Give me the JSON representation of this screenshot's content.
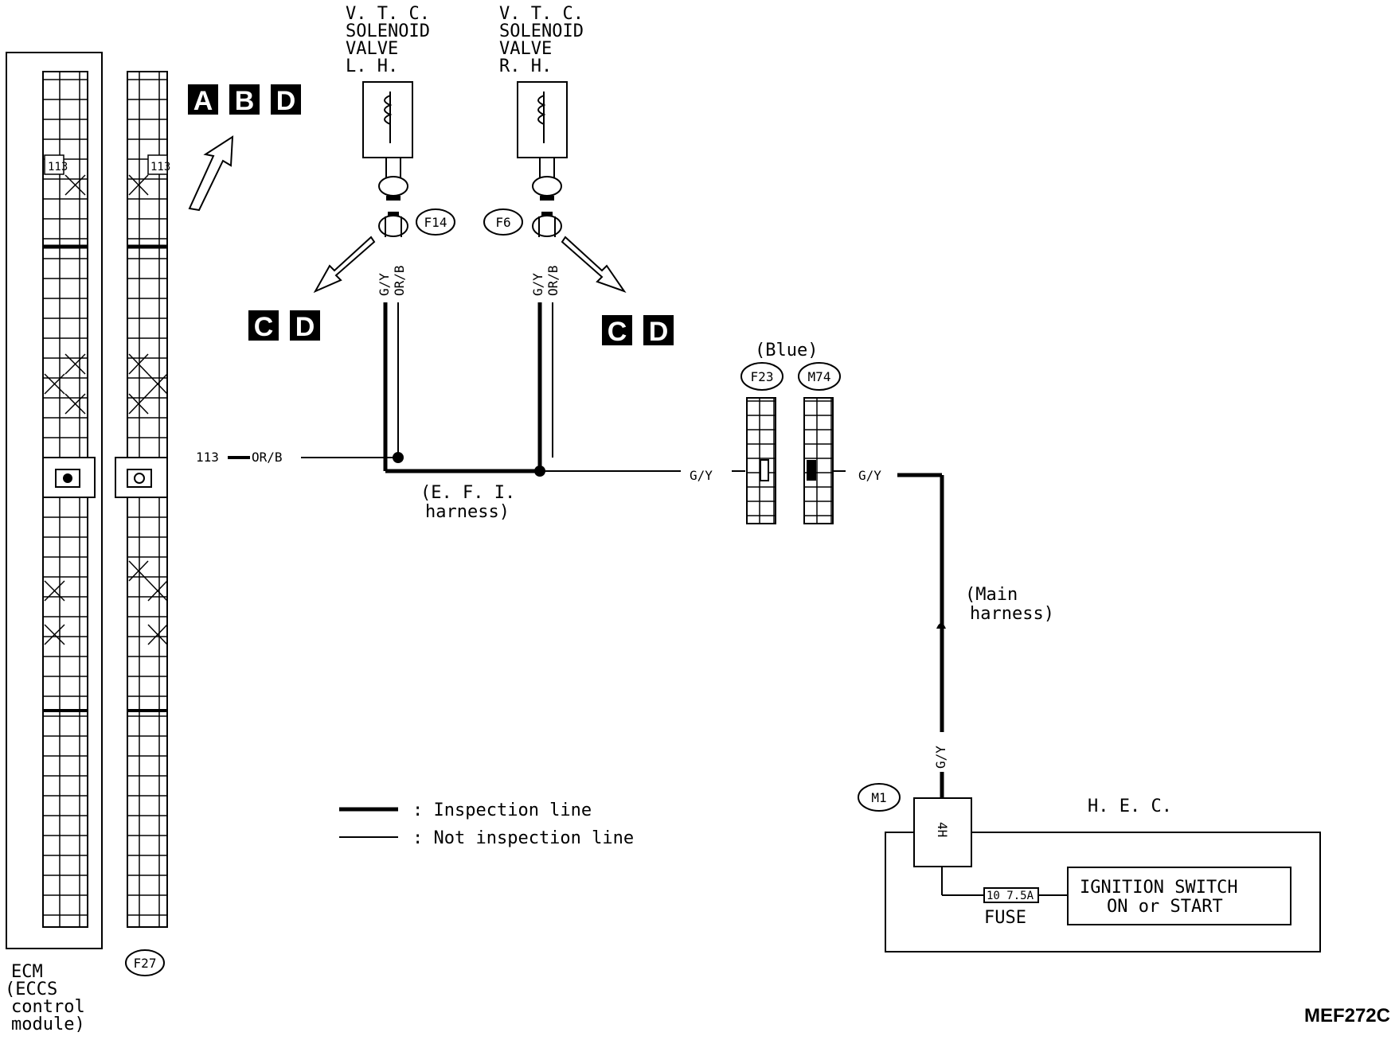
{
  "ecm": {
    "label_lines": [
      "ECM",
      "(ECCS",
      "control",
      "module)"
    ],
    "pin": "113",
    "connector": "F27"
  },
  "refs_ecm": [
    "A",
    "B",
    "D"
  ],
  "valve_lh": {
    "label_lines": [
      "V. T. C.",
      "SOLENOID",
      "VALVE",
      "L. H."
    ],
    "connector": "F14",
    "wires": [
      "G/Y",
      "OR/B"
    ],
    "refs": [
      "C",
      "D"
    ]
  },
  "valve_rh": {
    "label_lines": [
      "V. T. C.",
      "SOLENOID",
      "VALVE",
      "R. H."
    ],
    "connector": "F6",
    "wires": [
      "G/Y",
      "OR/B"
    ],
    "refs": [
      "C",
      "D"
    ]
  },
  "signal_wire": {
    "pin": "113",
    "color": "OR/B"
  },
  "efi_harness": [
    "(E. F. I.",
    "harness)"
  ],
  "joint": {
    "color_note": "(Blue)",
    "left": "F23",
    "right": "M74",
    "wire_left": "G/Y",
    "wire_right": "G/Y"
  },
  "main_harness": [
    "(Main",
    "harness)"
  ],
  "hec": {
    "label": "H. E. C.",
    "connector": "M1",
    "terminal": "4H",
    "wire": "G/Y",
    "fuse_rating": "10 7.5A",
    "fuse_label": "FUSE",
    "switch_lines": [
      "IGNITION SWITCH",
      "ON or START"
    ]
  },
  "legend": {
    "inspection": ": Inspection line",
    "not_inspection": ": Not inspection line"
  },
  "figure_code": "MEF272C"
}
